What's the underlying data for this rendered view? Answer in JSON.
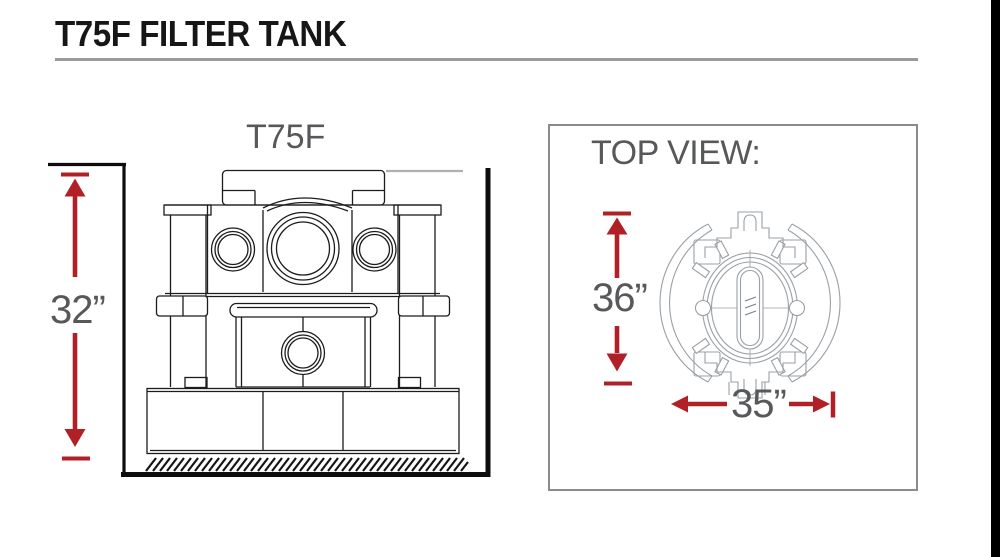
{
  "header": {
    "title": "T75F FILTER TANK"
  },
  "front_view": {
    "model_label": "T75F",
    "height_label": "32”"
  },
  "top_view_panel": {
    "heading": "TOP VIEW:",
    "height_label": "36”",
    "width_label": "35”"
  },
  "colors": {
    "dimension_red": "#b02026",
    "label_gray": "#57585a",
    "drawing_black": "#1c1c1c",
    "topview_gray": "#9aa0a5",
    "rule_gray": "#9a9a9a"
  }
}
